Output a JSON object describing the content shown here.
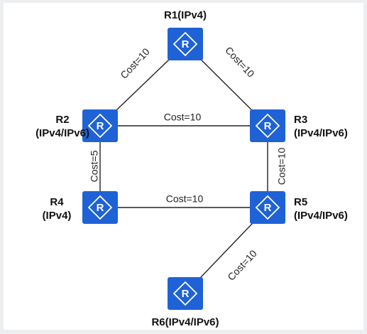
{
  "colors": {
    "router_fill": "#1f62d6",
    "router_stroke": "#ffffff",
    "link": "#222222",
    "background": "#ffffff"
  },
  "routers": [
    {
      "id": "R1",
      "label_lines": [
        "R1(IPv4)"
      ]
    },
    {
      "id": "R2",
      "label_lines": [
        "R2",
        "(IPv4/IPv6)"
      ]
    },
    {
      "id": "R3",
      "label_lines": [
        "R3",
        "(IPv4/IPv6)"
      ]
    },
    {
      "id": "R4",
      "label_lines": [
        "R4",
        "(IPv4)"
      ]
    },
    {
      "id": "R5",
      "label_lines": [
        "R5",
        "(IPv4/IPv6)"
      ]
    },
    {
      "id": "R6",
      "label_lines": [
        "R6(IPv4/IPv6)"
      ]
    }
  ],
  "router_icon_letter": "R",
  "router_icon_name": "router-icon",
  "links": [
    {
      "from": "R1",
      "to": "R2",
      "cost": "Cost=10"
    },
    {
      "from": "R1",
      "to": "R3",
      "cost": "Cost=10"
    },
    {
      "from": "R2",
      "to": "R3",
      "cost": "Cost=10"
    },
    {
      "from": "R2",
      "to": "R4",
      "cost": "Cost=5"
    },
    {
      "from": "R3",
      "to": "R5",
      "cost": "Cost=10"
    },
    {
      "from": "R4",
      "to": "R5",
      "cost": "Cost=10"
    },
    {
      "from": "R5",
      "to": "R6",
      "cost": "Cost=10"
    }
  ]
}
